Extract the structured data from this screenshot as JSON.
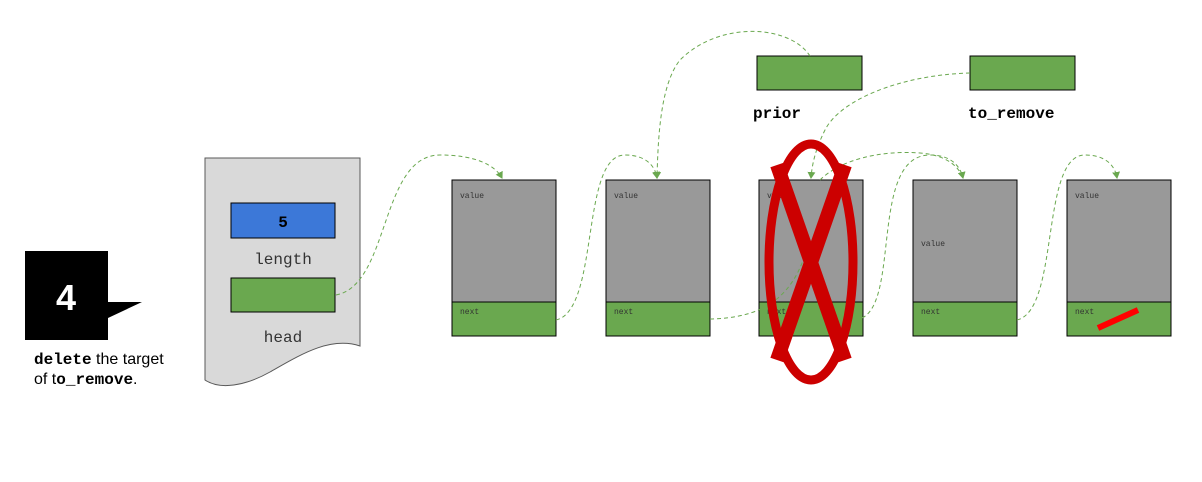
{
  "step": {
    "number": "4",
    "caption_keyword": "delete",
    "caption_mid": " the target",
    "caption_line2_pre": "of t",
    "caption_line2_code": "o_remove",
    "caption_end": "."
  },
  "list_object": {
    "length_value": "5",
    "length_label": "length",
    "head_label": "head"
  },
  "pointers": {
    "prior_label": "prior",
    "to_remove_label": "to_remove"
  },
  "nodes": [
    {
      "value_label": "value",
      "next_label": "next"
    },
    {
      "value_label": "value",
      "next_label": "next"
    },
    {
      "value_label": "value",
      "next_label": "next"
    },
    {
      "value_label": "value",
      "next_label": "next"
    },
    {
      "value_label": "value",
      "next_label": "next"
    }
  ],
  "colors": {
    "node_value": "#999999",
    "node_next": "#6aa84f",
    "length_box": "#3c78d8",
    "panel": "#d9d9d9",
    "arrow": "#6aa84f",
    "delete_mark": "#cc0000",
    "null_mark": "#ff0000",
    "badge": "#000000"
  }
}
